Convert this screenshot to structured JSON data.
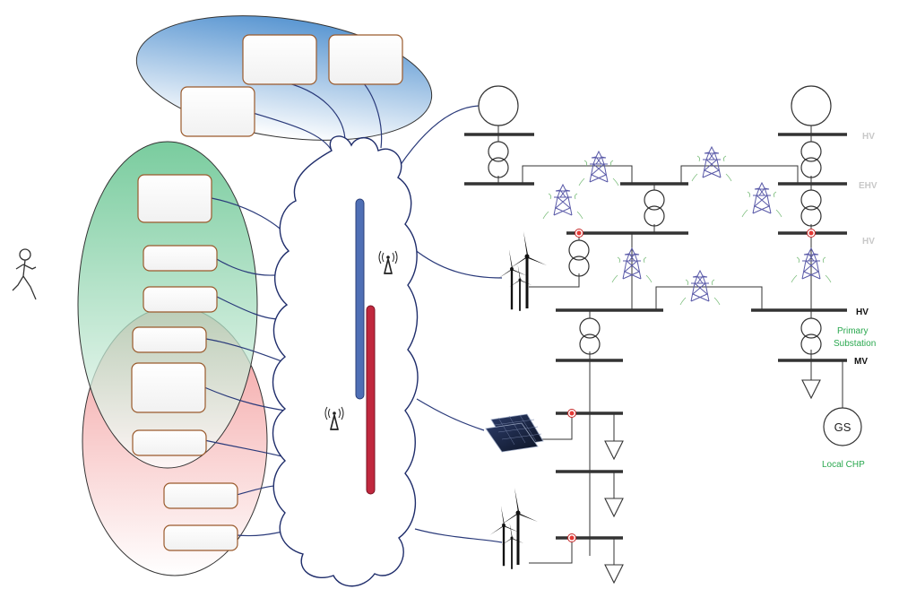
{
  "labels": {
    "hv_top": "HV",
    "ehv": "EHV",
    "hv_mid": "HV",
    "hv_main": "HV",
    "primary_line1": "Primary",
    "primary_line2": "Substation",
    "mv": "MV",
    "gs": "GS",
    "local_chp": "Local CHP"
  },
  "colors": {
    "blue_ellipse": "#6fa5d6",
    "green_ellipse": "#5cc089",
    "red_ellipse": "#ef8c8c",
    "cloud_stroke": "#1f2d6b",
    "link_line": "#2a3a7a",
    "bus_bar": "#333333",
    "blue_pipe": "#4f6fb5",
    "red_pipe": "#c0283e",
    "label_green": "#2aa84f",
    "label_grey": "#c8c8c8",
    "pylon": "#5a5aa8"
  },
  "icons": {
    "person": "stick-figure-running-icon",
    "antenna": "antenna-tower-icon",
    "pylon": "transmission-pylon-icon",
    "wind": "wind-turbine-icon",
    "solar": "solar-panel-icon",
    "transformer": "transformer-icon",
    "load": "load-triangle-icon",
    "breaker": "circuit-breaker-dot-icon"
  }
}
